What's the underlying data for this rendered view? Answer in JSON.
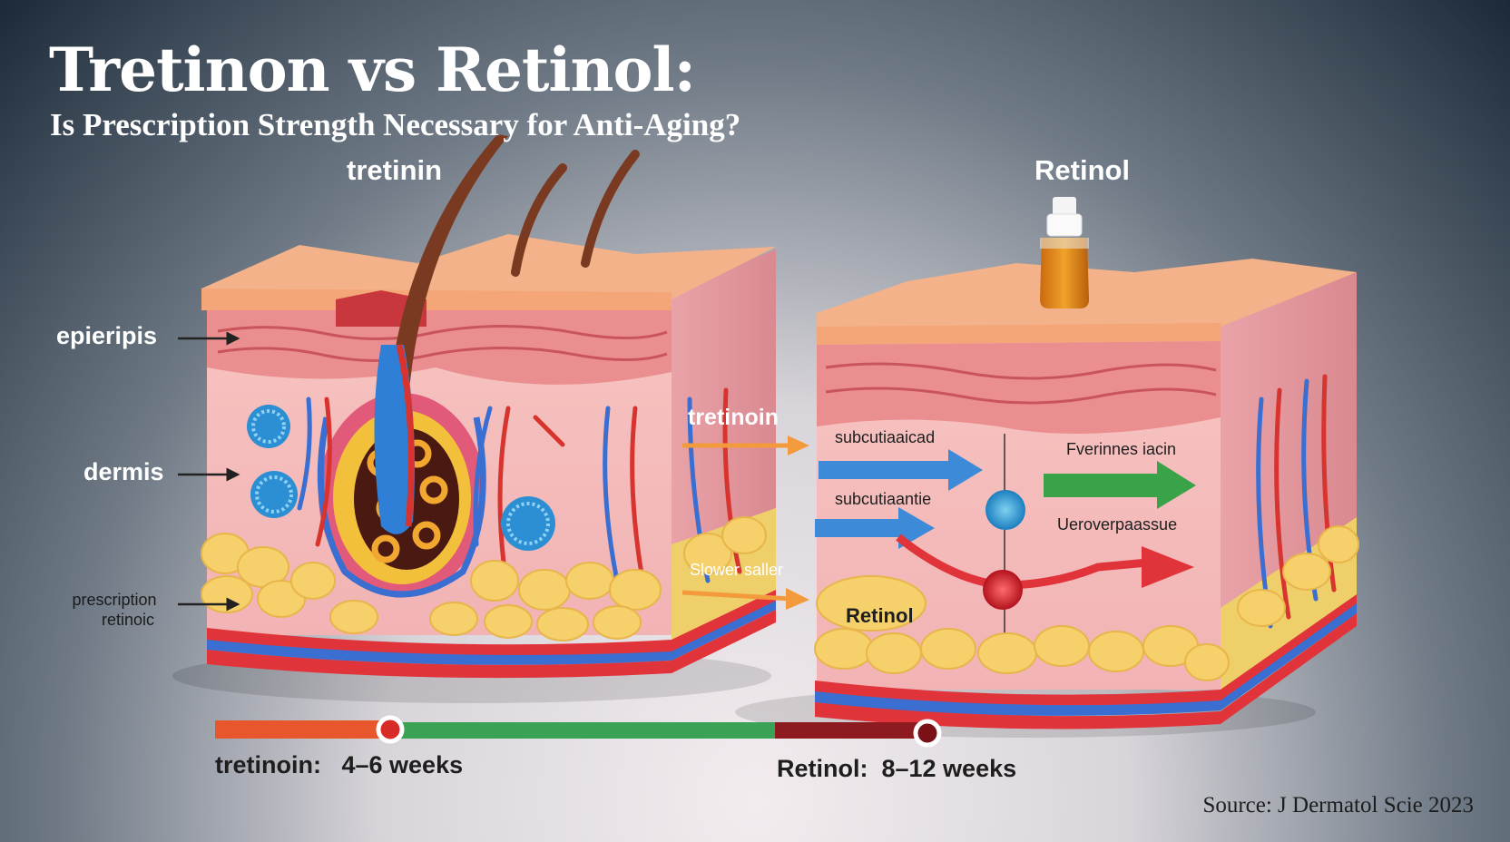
{
  "title": "Tretinon vs Retinol:",
  "subtitle": "Is Prescription Strength Necessary for Anti-Aging?",
  "left_heading": "tretinin",
  "right_heading": "Retinol",
  "layer_labels": {
    "epidermis": "epieripis",
    "dermis": "dermis",
    "bottom_line1": "prescription",
    "bottom_line2": "retinoic"
  },
  "arrow_labels": {
    "tretinoin": "tretinoin",
    "slower": "Slower saller"
  },
  "right_block_labels": {
    "subcut1": "subcutiaaicad",
    "subcut2": "subcutiaantie",
    "evenings": "Fverinnes iacin",
    "deeper": "Ueroverpaassue",
    "retinol": "Retinol"
  },
  "timeline": {
    "tretinoin_label": "tretinoin:   4–6 weeks",
    "retinol_label": "Retinol:  8–12 weeks",
    "tretinoin_weeks": "4–6",
    "retinol_weeks": "8–12",
    "colors": {
      "orange": "#e8572c",
      "green": "#3aa255",
      "darkred": "#8c1a1f"
    }
  },
  "source": "Source: J Dermatol Scie 2023"
}
